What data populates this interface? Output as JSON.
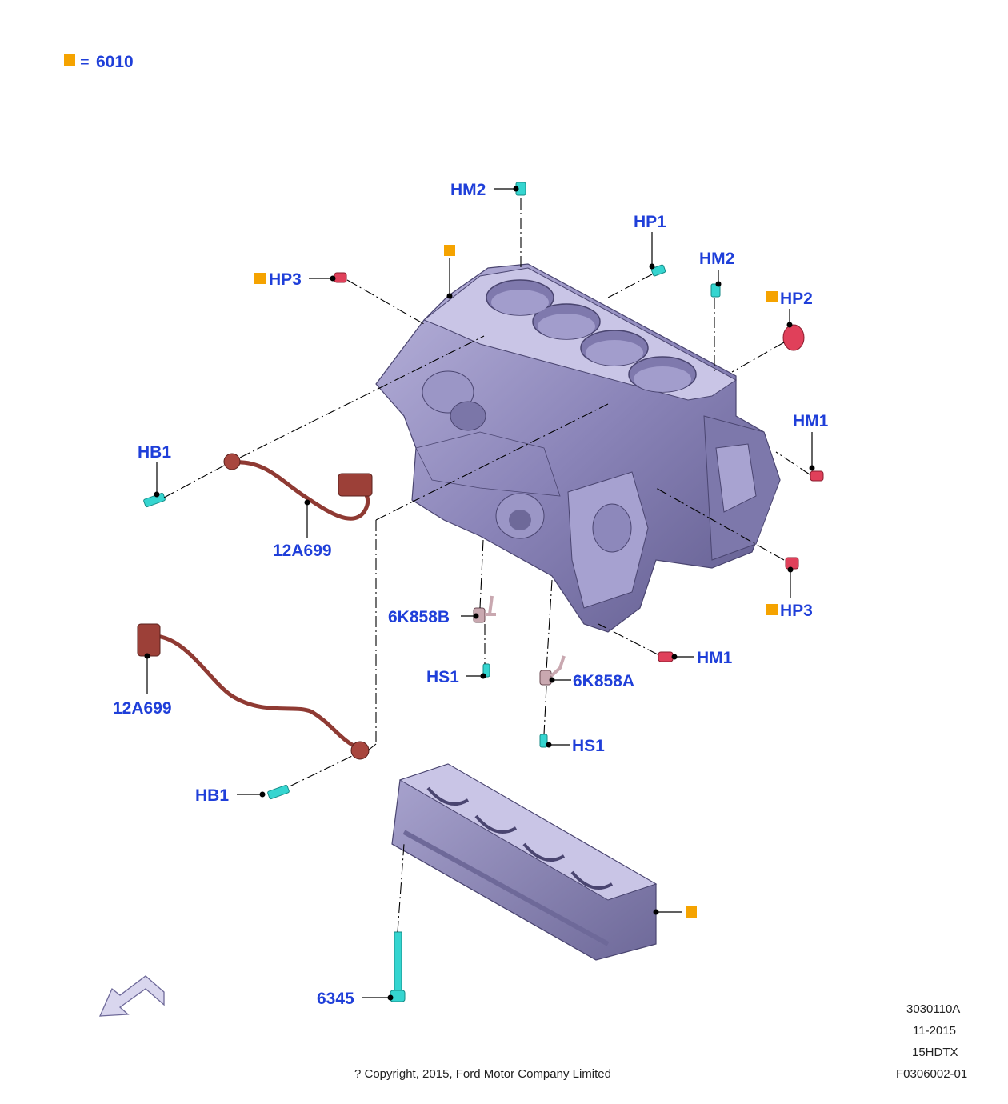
{
  "legend": {
    "symbol_color": "#f5a300",
    "equals": "=",
    "code": "6010"
  },
  "labels": {
    "hm2_top": "HM2",
    "hp1": "HP1",
    "hm2_right": "HM2",
    "hp3_top": "HP3",
    "hp2": "HP2",
    "hm1_right": "HM1",
    "hb1_upper": "HB1",
    "sensor_upper": "12A699",
    "hp3_right": "HP3",
    "sensor_6k858b": "6K858B",
    "hm1_lower": "HM1",
    "hs1_left": "HS1",
    "sensor_6k858a": "6K858A",
    "sensor_lower": "12A699",
    "hs1_right": "HS1",
    "hb1_lower": "HB1",
    "bolt_6345": "6345"
  },
  "footer": {
    "doc_number": "3030110A",
    "date": "11-2015",
    "model_code": "15HDTX",
    "figure_id": "F0306002-01",
    "copyright": "? Copyright, 2015, Ford Motor Company Limited"
  },
  "colors": {
    "block": "#8a84b8",
    "block_dark": "#5f5a8c",
    "block_light": "#b9b4dc",
    "fastener_cyan": "#35d5d0",
    "plug_red": "#e0405a",
    "sensor_brown": "#8f3a33",
    "callout_blue": "#1f3fd9",
    "marker_orange": "#f5a300"
  }
}
